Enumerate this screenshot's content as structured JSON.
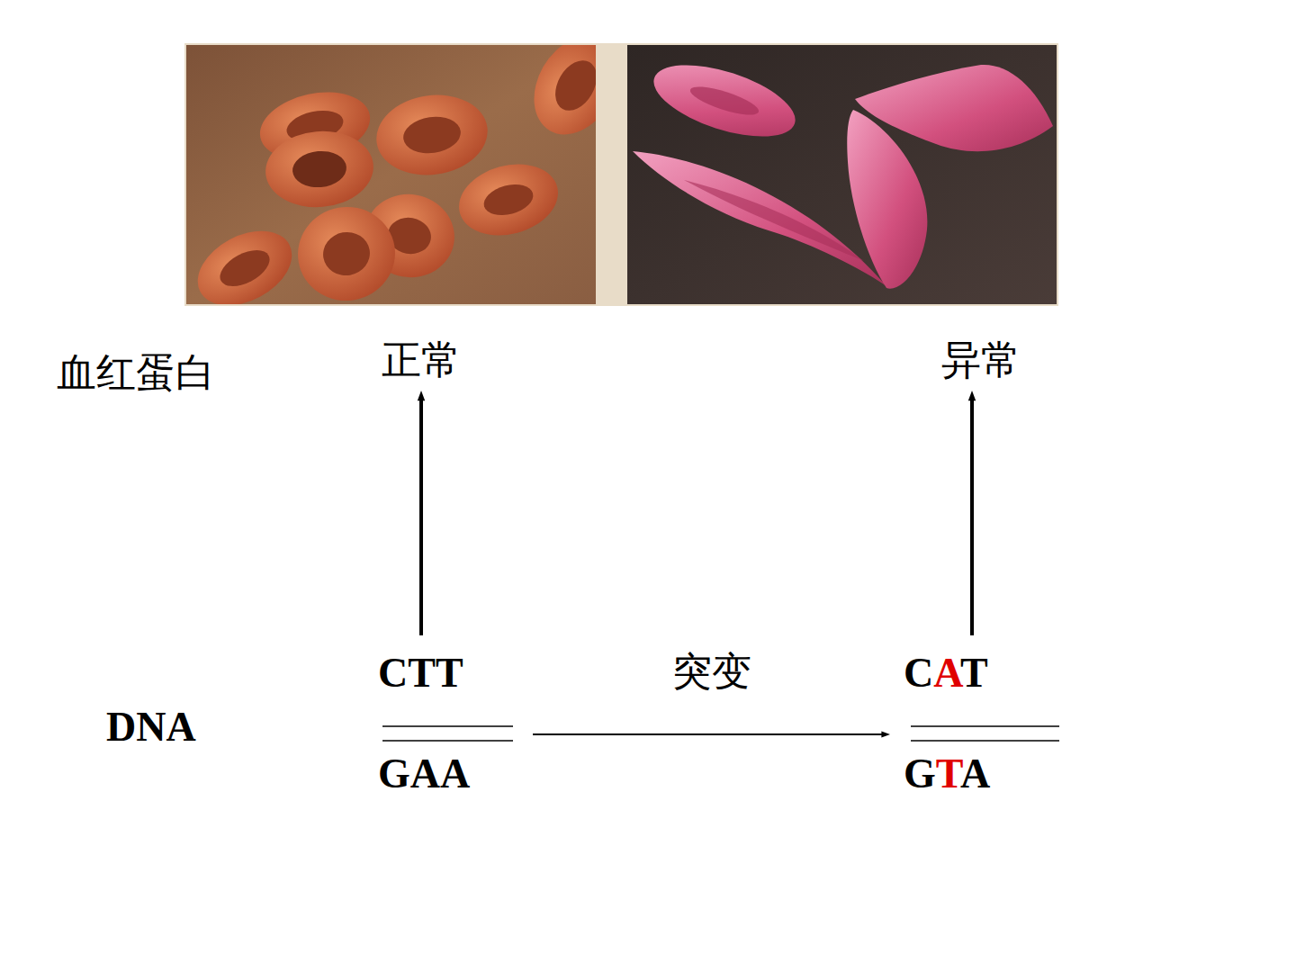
{
  "diagram": {
    "nodes": [
      {
        "text": [
          "正常"
        ]
      },
      {
        "text": [
          "异常"
        ]
      },
      {
        "text": [
          "CTT",
          "GAA"
        ]
      },
      {
        "text": [
          "CAT",
          "GTA"
        ]
      }
    ],
    "edges": [
      {
        "from": 2,
        "to": 0,
        "arrow": "to"
      },
      {
        "from": 3,
        "to": 1,
        "arrow": "to"
      },
      {
        "from": 2,
        "to": 3,
        "label": "突变",
        "arrow": "to"
      }
    ],
    "labels": [
      "血红蛋白",
      "DNA"
    ]
  }
}
